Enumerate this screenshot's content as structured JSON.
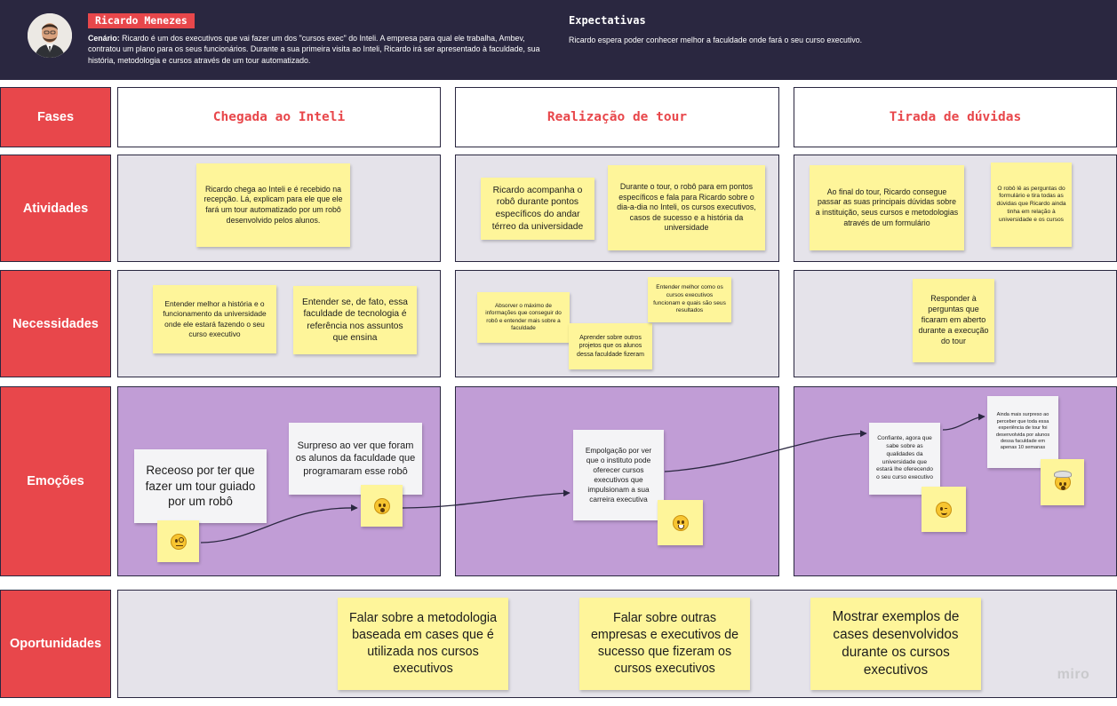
{
  "persona": {
    "name": "Ricardo Menezes",
    "scenario_label": "Cenário:",
    "scenario_text": " Ricardo é um dos executivos que vai fazer um dos \"cursos exec\" do Inteli. A empresa para qual ele trabalha, Ambev, contratou um plano para os seus funcionários. Durante a sua primeira visita ao Inteli, Ricardo irá ser apresentado à faculdade, sua história, metodologia e cursos através de um tour automatizado.",
    "expectations_title": "Expectativas",
    "expectations_text": "Ricardo espera poder conhecer melhor a faculdade onde fará o seu curso executivo."
  },
  "rows": {
    "fases": "Fases",
    "atividades": "Atividades",
    "necessidades": "Necessidades",
    "emocoes": "Emoções",
    "oportunidades": "Oportunidades"
  },
  "phases": [
    "Chegada ao Inteli",
    "Realização de tour",
    "Tirada de dúvidas"
  ],
  "activities": [
    [
      "Ricardo chega ao Inteli e é recebido na recepção. Lá, explicam para ele que ele fará um tour automatizado por um robô desenvolvido pelos alunos."
    ],
    [
      "Ricardo acompanha o robô durante pontos específicos do andar térreo da universidade",
      "Durante o tour, o robô para em pontos específicos e fala para Ricardo sobre o dia-a-dia no Inteli, os cursos executivos, casos de sucesso e a história da universidade"
    ],
    [
      "Ao final do tour, Ricardo consegue passar as suas principais dúvidas sobre a instituição, seus cursos e metodologias através de um formulário",
      "O robô lê as perguntas do formulário e tira todas as dúvidas que Ricardo ainda tinha em relação à universidade e os cursos"
    ]
  ],
  "needs": [
    [
      "Entender melhor a história e o funcionamento da universidade onde ele estará fazendo o seu curso executivo",
      "Entender se, de fato, essa faculdade de tecnologia é referência nos assuntos que ensina"
    ],
    [
      "Absorver o máximo de informações que conseguir do robô e entender mais sobre a faculdade",
      "Aprender sobre outros projetos que os alunos dessa faculdade fizeram",
      "Entender melhor como os cursos executivos funcionam e quais são seus resultados"
    ],
    [
      "Responder à perguntas que ficaram em aberto durante a execução do tour"
    ]
  ],
  "emotions": [
    "Receoso por ter que fazer um tour guiado por um robô",
    "Surpreso ao ver que foram os alunos da faculdade que programaram esse robô",
    "Empolgação por ver que o instituto pode oferecer cursos executivos que impulsionam a sua carreira executiva",
    "Confiante, agora que sabe sobre as qualidades da universidade que estará lhe oferecendo o seu curso executivo",
    "Ainda mais surpreso ao perceber que toda essa experiência de tour foi desenvolvida por alunos dessa faculdade em apenas 10 semanas"
  ],
  "emoji_icons": [
    "face-with-monocle-icon",
    "hushed-face-icon",
    "grinning-face-icon",
    "winking-face-icon",
    "exploding-head-icon"
  ],
  "opportunities": [
    "Falar sobre a metodologia baseada em cases que é utilizada nos cursos executivos",
    "Falar sobre outras empresas e executivos de sucesso que fizeram os cursos executivos",
    "Mostrar exemplos de cases desenvolvidos durante os cursos executivos"
  ],
  "watermark": "miro",
  "colors": {
    "header_bg": "#2a2740",
    "accent_red": "#e8474b",
    "sticky_yellow": "#fef59a",
    "lane_gray": "#e5e3ea",
    "emotion_purple": "#c19dd6"
  }
}
